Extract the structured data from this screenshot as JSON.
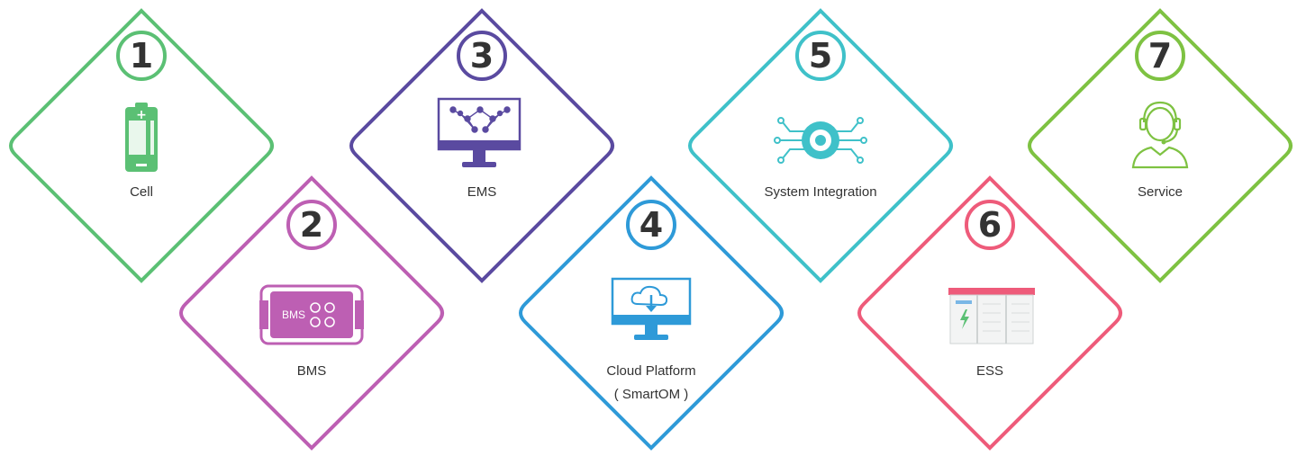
{
  "steps": [
    {
      "number": "1",
      "label": "Cell",
      "color": "#5bc074",
      "icon": "battery-icon"
    },
    {
      "number": "2",
      "label": "BMS",
      "color": "#bd5fb3",
      "icon": "bms-board-icon",
      "icon_text": "BMS"
    },
    {
      "number": "3",
      "label": "EMS",
      "color": "#5a4aa0",
      "icon": "network-monitor-icon"
    },
    {
      "number": "4",
      "label": "Cloud Platform",
      "label2": "( SmartOM )",
      "color": "#2e9ad8",
      "icon": "cloud-monitor-icon"
    },
    {
      "number": "5",
      "label": "System Integration",
      "color": "#3fc1c9",
      "icon": "circuit-chip-icon"
    },
    {
      "number": "6",
      "label": "ESS",
      "color": "#ee5b7a",
      "icon": "energy-storage-cabinet-icon"
    },
    {
      "number": "7",
      "label": "Service",
      "color": "#7ec242",
      "icon": "customer-service-icon"
    }
  ]
}
